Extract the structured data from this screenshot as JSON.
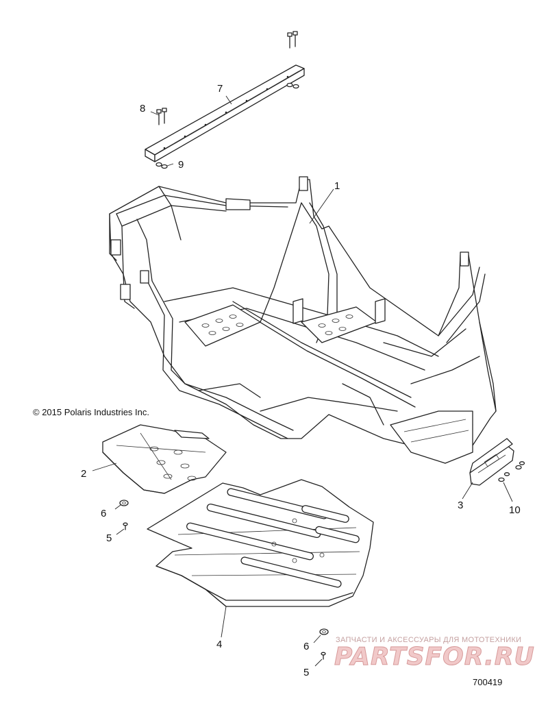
{
  "copyright": "© 2015 Polaris Industries Inc.",
  "diagram_id": "700419",
  "watermark": {
    "tagline": "ЗАПЧАСТИ И АКСЕССУАРЫ ДЛЯ МОТОТЕХНИКИ",
    "logo": "PARTSFOR.RU"
  },
  "callouts": [
    "1",
    "2",
    "3",
    "4",
    "5",
    "6",
    "7",
    "8",
    "9",
    "10",
    "6",
    "5"
  ],
  "colors": {
    "line": "#222222",
    "watermark": "#d79a9a"
  }
}
